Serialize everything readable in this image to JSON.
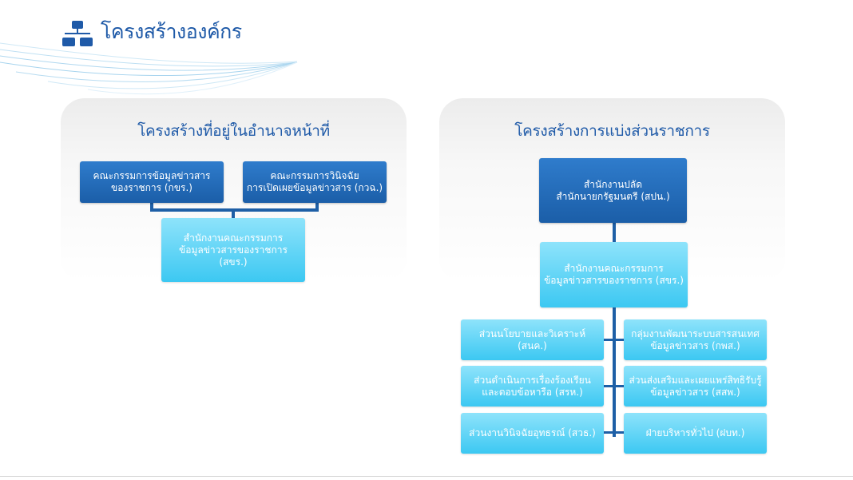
{
  "header": {
    "title": "โครงสร้างองค์กร",
    "icon": "org-chart-icon"
  },
  "colors": {
    "title_blue": "#1f5aa8",
    "dark_box": "#1b5ea8",
    "light_box": "#3cc8f2",
    "connector": "#1e5fa6"
  },
  "left_panel": {
    "title": "โครงสร้างที่อยู่ในอำนาจหน้าที่",
    "committee_info": "คณะกรรมการข้อมูลข่าวสาร\nของราชการ (กขร.)",
    "committee_appeal": "คณะกรรมการวินิจฉัย\nการเปิดเผยข้อมูลข่าวสาร (กวฉ.)",
    "office": "สำนักงานคณะกรรมการ\nข้อมูลข่าวสารของราชการ (สขร.)"
  },
  "right_panel": {
    "title": "โครงสร้างการแบ่งส่วนราชการ",
    "top": "สำนักงานปลัด\nสำนักนายกรัฐมนตรี (สปน.)",
    "office": "สำนักงานคณะกรรมการ\nข้อมูลข่าวสารของราชการ (สขร.)",
    "units_left": [
      "ส่วนนโยบายและวิเคราะห์ (สนค.)",
      "ส่วนดำเนินการเรื่องร้องเรียน\nและตอบข้อหารือ (สรห.)",
      "ส่วนงานวินิจฉัยอุทธรณ์ (สวธ.)"
    ],
    "units_right": [
      "กลุ่มงานพัฒนาระบบสารสนเทศ\nข้อมูลข่าวสาร (กพส.)",
      "ส่วนส่งเสริมและเผยแพร่สิทธิรับรู้\nข้อมูลข่าวสาร (สสพ.)",
      "ฝ่ายบริหารทั่วไป (ฝบท.)"
    ]
  }
}
